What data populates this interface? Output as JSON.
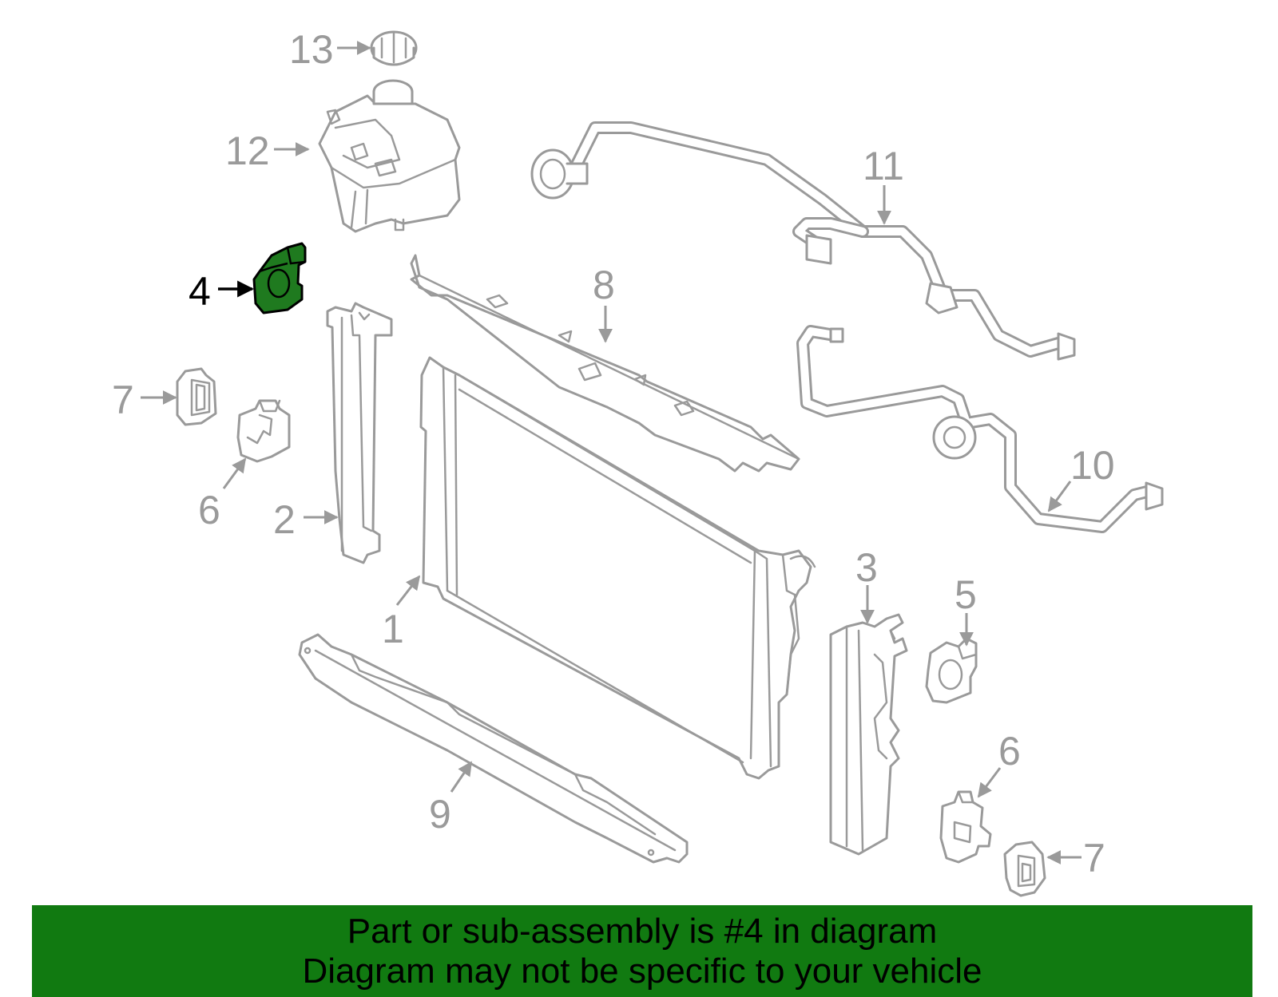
{
  "callouts": {
    "c1": "1",
    "c2": "2",
    "c3": "3",
    "c4": "4",
    "c5": "5",
    "c6a": "6",
    "c6b": "6",
    "c7a": "7",
    "c7b": "7",
    "c8": "8",
    "c9": "9",
    "c10": "10",
    "c11": "11",
    "c12": "12",
    "c13": "13"
  },
  "highlighted_part": "4",
  "colors": {
    "banner": "#117a11",
    "highlight": "#1f7a1f",
    "linework": "#9a9a9a"
  },
  "banner": {
    "line1": "Part or sub-assembly is #4 in diagram",
    "line2": "Diagram may not be specific to your vehicle"
  }
}
